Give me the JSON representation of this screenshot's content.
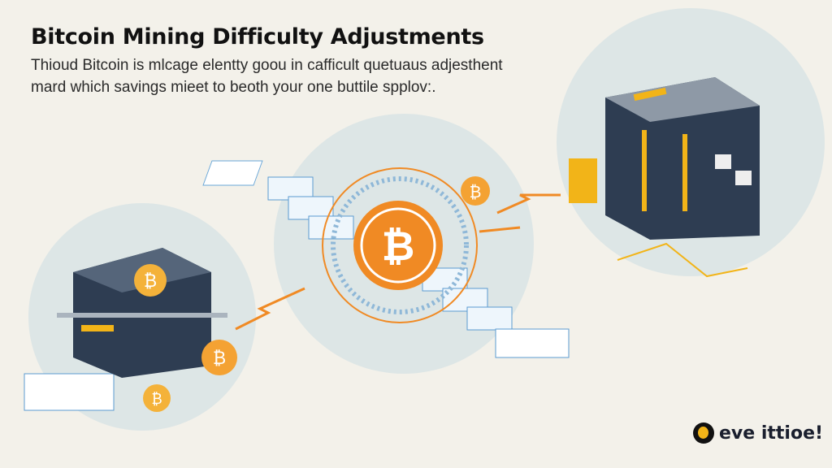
{
  "header": {
    "title": "Bitcoin Mining Difficulty Adjustments",
    "subtitle_line1": "Thioud Bitcoin is mlcage elentty goou in cafficult quetuaus adjesthent",
    "subtitle_line2": "mard which savings mieet to beoth your one buttile spplov:."
  },
  "brand": {
    "name": "eve ittioe!"
  },
  "icons": [
    "bitcoin-coin-icon",
    "mining-server-icon",
    "block-tile-icon",
    "arrow-icon"
  ],
  "colors": {
    "background": "#f3f1ea",
    "accent": "#f08a24",
    "circle": "#dde6e6",
    "server": "#2e3d52"
  }
}
